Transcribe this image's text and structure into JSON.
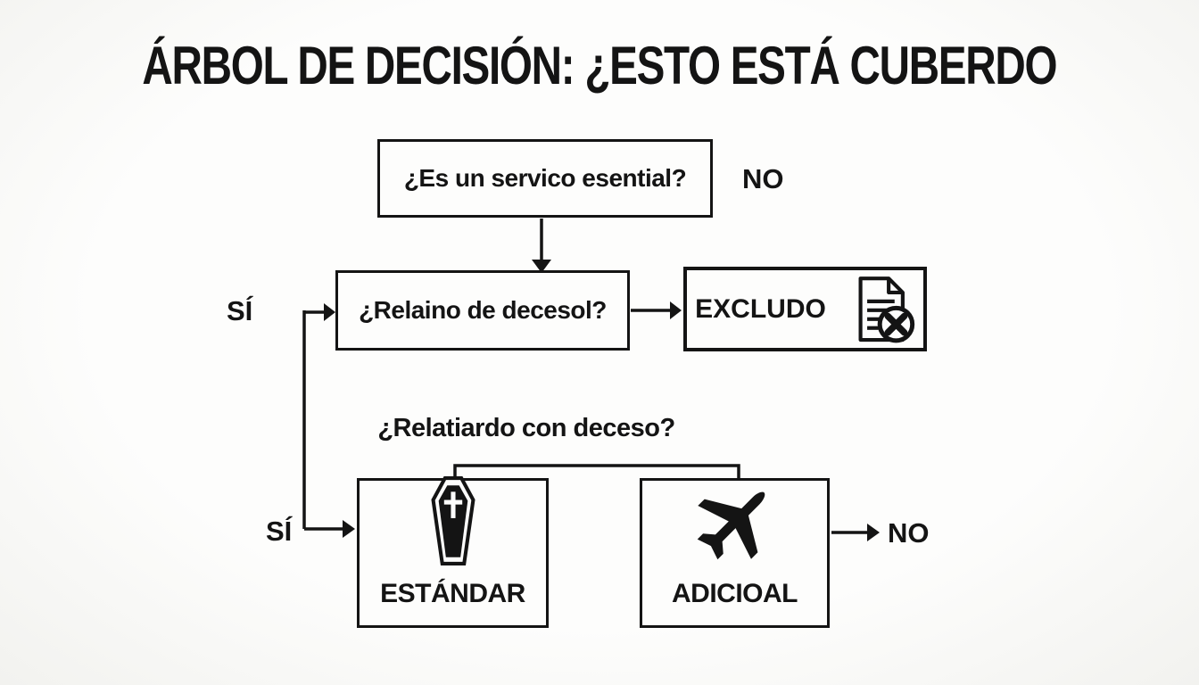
{
  "diagram": {
    "title": "ÁRBOL DE DECISIÓN: ¿ESTO ESTÁ CUBERDO",
    "q1": {
      "label": "¿Es un servico esential?",
      "branch_no": "NO"
    },
    "q2": {
      "label": "¿Relaino de decesol?",
      "branch_yes": "SÍ"
    },
    "excluded": {
      "label": "EXCLUDO",
      "icon": "document-cancel-icon"
    },
    "q3": {
      "label": "¿Relatiardo con deceso?",
      "branch_yes": "SÍ"
    },
    "standard": {
      "label": "ESTÁNDAR",
      "icon": "coffin-icon"
    },
    "additional": {
      "label": "ADICIOAL",
      "icon": "airplane-icon",
      "branch_no": "NO"
    },
    "colors": {
      "line": "#141414",
      "box_border": "#141414",
      "text": "#141414",
      "background": "#f6f6f4",
      "box_fill": "#fdfdfc"
    }
  }
}
